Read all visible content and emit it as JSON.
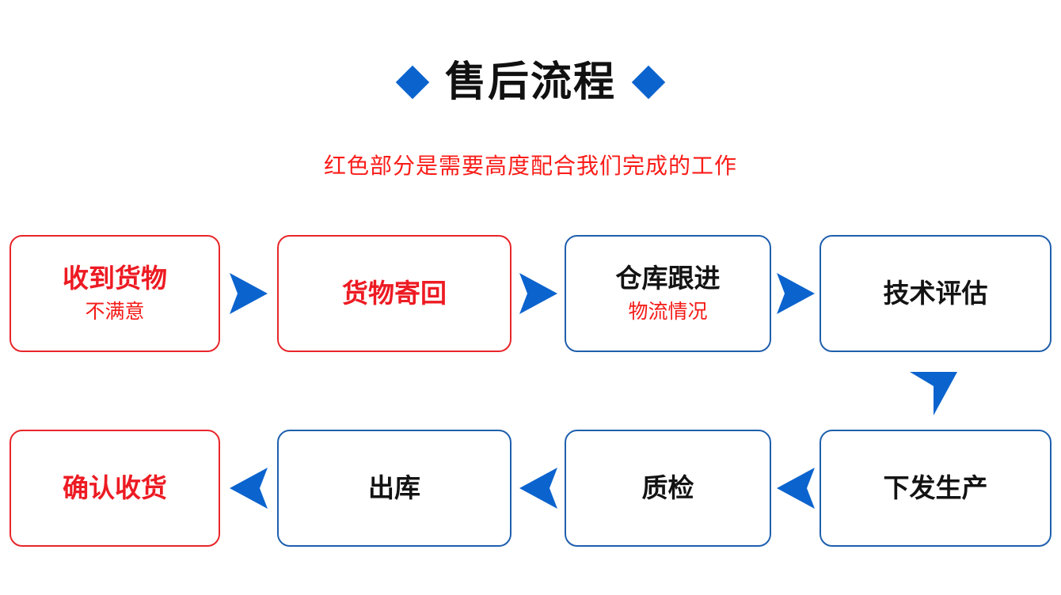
{
  "header": {
    "title": "售后流程",
    "subtitle": "红色部分是需要高度配合我们完成的工作",
    "left_diamond": "diamond-icon",
    "right_diamond": "diamond-icon"
  },
  "colors": {
    "accent_blue": "#0B63CE",
    "border_blue": "#1F5FAD",
    "accent_red": "#ED1B23",
    "border_red": "#E8262A",
    "title_black": "#131313",
    "background": "#FFFFFF"
  },
  "flow": {
    "rows": [
      {
        "direction": "left-to-right",
        "nodes": [
          {
            "title": "收到货物",
            "subtitle": "不满意",
            "title_color": "red",
            "border": "red"
          },
          {
            "title": "货物寄回",
            "subtitle": "",
            "title_color": "red",
            "border": "red"
          },
          {
            "title": "仓库跟进",
            "subtitle": "物流情况",
            "title_color": "black",
            "border": "blue"
          },
          {
            "title": "技术评估",
            "subtitle": "",
            "title_color": "black",
            "border": "blue"
          }
        ],
        "arrows": [
          "arrow-right-icon",
          "arrow-right-icon",
          "arrow-right-icon"
        ]
      },
      {
        "direction": "right-to-left",
        "nodes": [
          {
            "title": "确认收货",
            "subtitle": "",
            "title_color": "red",
            "border": "red"
          },
          {
            "title": "出库",
            "subtitle": "",
            "title_color": "black",
            "border": "blue"
          },
          {
            "title": "质检",
            "subtitle": "",
            "title_color": "black",
            "border": "blue"
          },
          {
            "title": "下发生产",
            "subtitle": "",
            "title_color": "black",
            "border": "blue"
          }
        ],
        "arrows": [
          "arrow-left-icon",
          "arrow-left-icon",
          "arrow-left-icon"
        ]
      }
    ],
    "connector": {
      "name": "arrow-down-icon",
      "from": "技术评估",
      "to": "下发生产"
    }
  }
}
